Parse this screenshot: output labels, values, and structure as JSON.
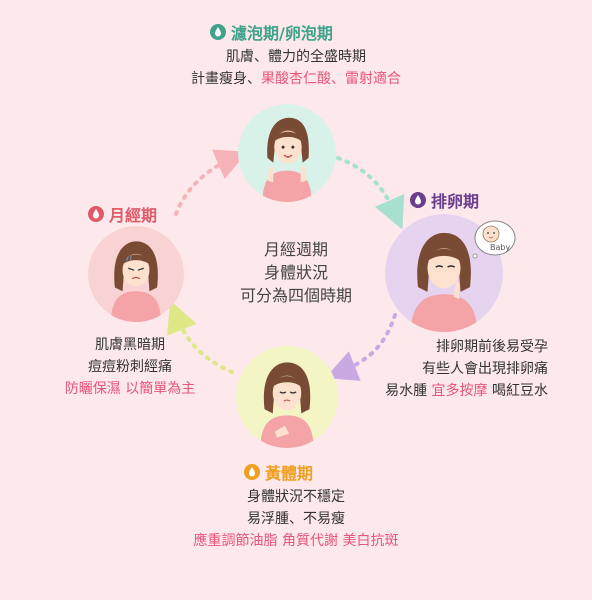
{
  "center": {
    "lines": [
      "月經週期",
      "身體狀況",
      "可分為四個時期"
    ]
  },
  "phases": {
    "follicular": {
      "title": "濾泡期/卵泡期",
      "line1": "肌膚、體力的全盛時期",
      "line2_plain": "計畫瘦身、",
      "line2_highlight": "果酸杏仁酸、雷射適合",
      "color": "#3fa28a"
    },
    "ovulation": {
      "title": "排卵期",
      "line1": "排卵期前後易受孕",
      "line2": "有些人會出現排卵痛",
      "line3_plain_a": "易水腫 ",
      "line3_highlight": "宜多按摩",
      "line3_plain_b": " 喝紅豆水",
      "color": "#6a3d8f",
      "bubble_label": "Baby"
    },
    "luteal": {
      "title": "黃體期",
      "line1": "身體狀況不穩定",
      "line2": "易浮腫、不易瘦",
      "line3_highlight": "應重調節油脂 角質代謝 美白抗斑",
      "color": "#f0a020"
    },
    "menstrual": {
      "title": "月經期",
      "line1": "肌膚黑暗期",
      "line2": "痘痘粉刺經痛",
      "line3_highlight": "防曬保濕 以簡單為主",
      "color": "#e05a6a"
    }
  },
  "colors": {
    "background": "#fde8ec",
    "highlight": "#e8557a",
    "circle_follicular": "#d8f2ea",
    "circle_ovulation": "#e6d3f0",
    "circle_luteal": "#f3f6c4",
    "circle_menstrual": "#f9d3d3"
  },
  "icons": [
    "drop-icon",
    "baby-bubble-icon",
    "dotted-arrow-icon"
  ]
}
